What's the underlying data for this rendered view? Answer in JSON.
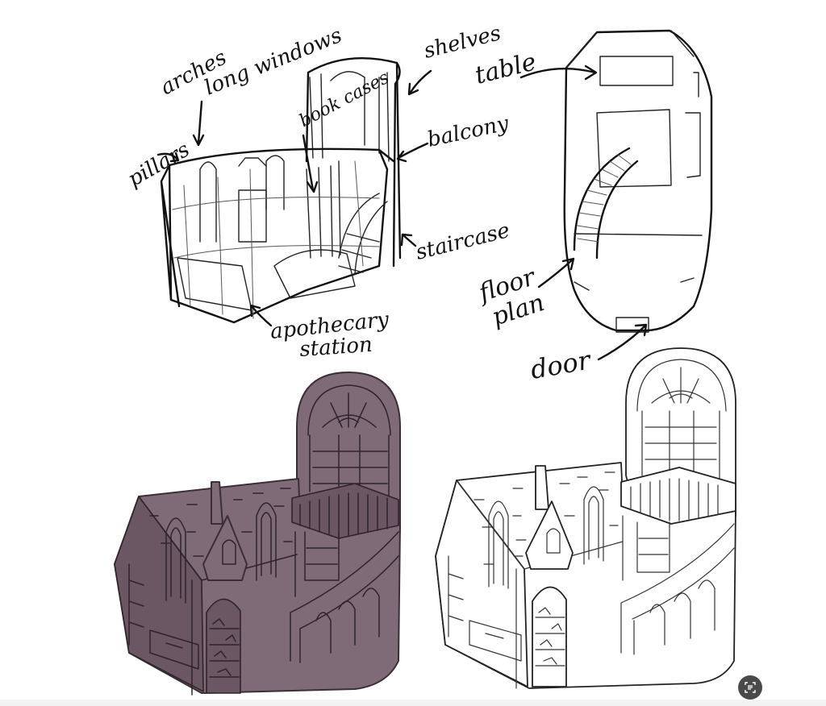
{
  "sketch_labels": {
    "arches": "arches",
    "long_windows": "long windows",
    "pillars": "pillars",
    "bookcases": "book cases",
    "shelves": "shelves",
    "balcony": "balcony",
    "staircase": "staircase",
    "apothecary_line1": "apothecary",
    "apothecary_line2": "station",
    "table": "table",
    "floor_plan_line1": "floor",
    "floor_plan_line2": "plan",
    "door": "door"
  },
  "colors": {
    "shaded_fill": "#7f6a78",
    "ink": "#111111",
    "background": "#ffffff"
  },
  "icons": {
    "scan_button": "text-scan-icon"
  }
}
